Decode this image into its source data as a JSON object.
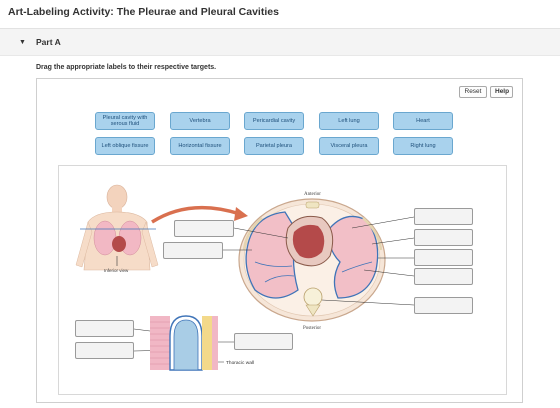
{
  "page": {
    "title": "Art-Labeling Activity: The Pleurae and Pleural Cavities"
  },
  "part": {
    "label": "Part A",
    "toggle_glyph": "▼"
  },
  "instructions": "Drag the appropriate labels to their respective targets.",
  "toolbar": {
    "reset_label": "Reset",
    "help_label": "Help"
  },
  "labels": [
    "Pleural cavity with serous fluid",
    "Vertebra",
    "Pericardial cavity",
    "Left lung",
    "Heart",
    "Left oblique fissure",
    "Horizontal fissure",
    "Parietal pleura",
    "Visceral pleura",
    "Right lung"
  ],
  "figure": {
    "anterior": "Anterior",
    "posterior": "Posterior",
    "inferior_view": "Inferior view",
    "thoracic_wall": "Thoracic wall"
  },
  "colors": {
    "chip_fill": "#a9d2ed",
    "chip_border": "#6aa7cf",
    "lung": "#f2bfc7",
    "heart": "#b44a4a",
    "arrow": "#d9704f",
    "pleura_blue": "#3f74b8"
  }
}
